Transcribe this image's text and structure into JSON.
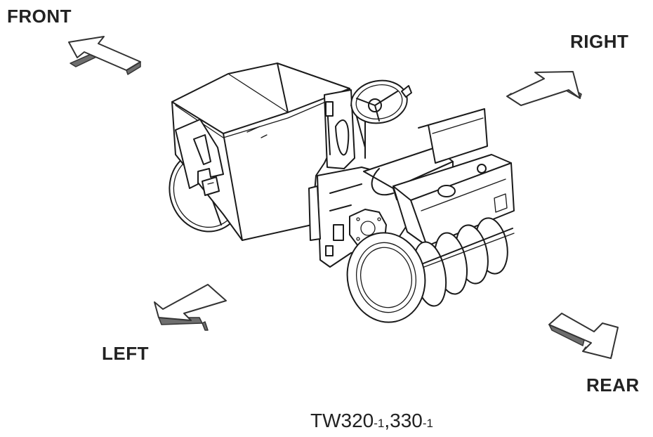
{
  "labels": {
    "front": "FRONT",
    "right": "RIGHT",
    "left": "LEFT",
    "rear": "REAR"
  },
  "caption": {
    "model_a": "TW320",
    "suffix_a": "-1",
    "separator": ",",
    "model_b": "330",
    "suffix_b": "-1"
  },
  "colors": {
    "line": "#1a1a1a",
    "arrow_shadow": "#6e6e6e",
    "text": "#222222"
  }
}
